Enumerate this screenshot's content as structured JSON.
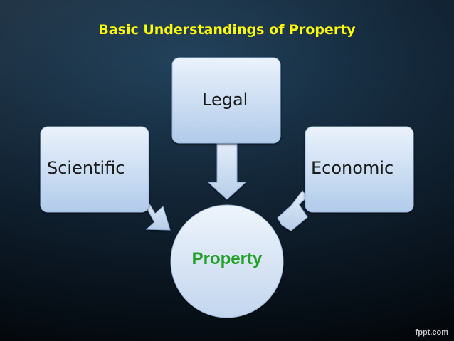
{
  "slide": {
    "title": "Basic Understandings of Property",
    "nodes": {
      "top": "Legal",
      "left": "Scientific",
      "right": "Economic",
      "center": "Property"
    },
    "brand": "fppt.com"
  },
  "colors": {
    "title": "#ffff00",
    "center_text": "#22a02a",
    "node_fill_top": "#e9f1fb",
    "node_fill_bottom": "#b3ccea"
  }
}
